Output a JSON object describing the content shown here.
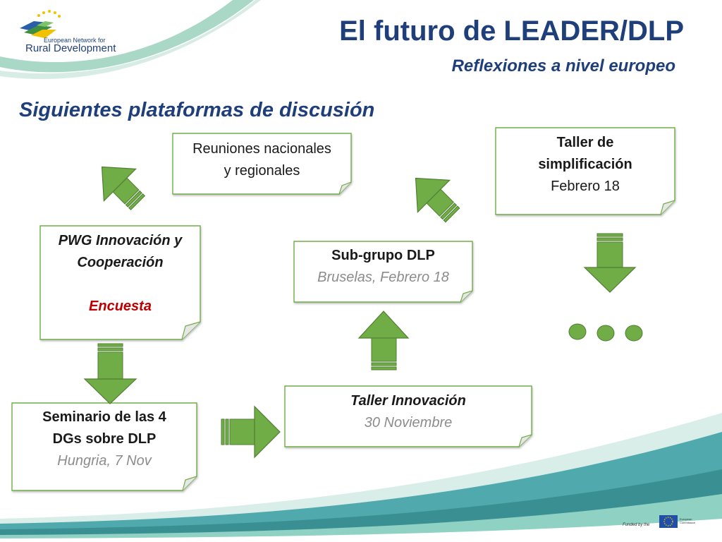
{
  "header": {
    "title": "El futuro de LEADER/DLP",
    "subtitle": "Reflexiones a nivel europeo"
  },
  "logo": {
    "line1": "European Network for",
    "line2": "Rural Development"
  },
  "section_title": "Siguientes plataformas de discusión",
  "boxes": {
    "reuniones": {
      "line1": "Reuniones nacionales",
      "line2": "y regionales"
    },
    "pwg": {
      "line1": "PWG Innovación y",
      "line2": "Cooperación",
      "line3": "Encuesta"
    },
    "seminario": {
      "line1": "Seminario de las 4",
      "line2": "DGs sobre DLP",
      "line3": "Hungria, 7 Nov"
    },
    "taller_innovacion": {
      "line1": "Taller Innovación",
      "line2": "30 Noviembre"
    },
    "subgrupo": {
      "line1": "Sub-grupo DLP",
      "line2": "Bruselas, Febrero 18"
    },
    "taller_simplificacion": {
      "line1": "Taller de",
      "line2": "simplificación",
      "line3": "Febrero 18"
    }
  },
  "footer": {
    "funded_by": "Funded by the",
    "ec_line1": "European",
    "ec_line2": "Commission"
  },
  "colors": {
    "title_blue": "#1f3f7a",
    "arrow_green": "#70ad47",
    "arrow_stroke": "#507e32",
    "accent_red": "#c00000",
    "teal": "#3a9fa8"
  }
}
